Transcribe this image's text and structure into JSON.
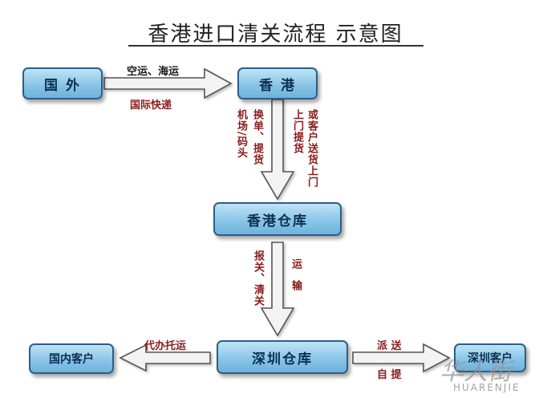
{
  "title": "香港进口清关流程 示意图",
  "nodes": {
    "overseas": "国 外",
    "hongkong": "香 港",
    "hk_warehouse": "香港仓库",
    "sz_warehouse": "深圳仓库",
    "domestic_customer": "国内客户",
    "sz_customer": "深圳客户"
  },
  "labels": {
    "air_sea": "空运、海运",
    "express": "国际快递",
    "airport_dock": "机场/码头",
    "change_pickup": "换单、提货",
    "door_pickup": "上门提货",
    "customer_delivery": "或客户送货上门",
    "declare_clear": "报关、清关",
    "transport": "运输",
    "agent_ship": "代办托运",
    "deliver": "派 送",
    "self_pickup": "自 提"
  },
  "watermark": {
    "logo": "华人街",
    "site": "HUARENJIE"
  }
}
